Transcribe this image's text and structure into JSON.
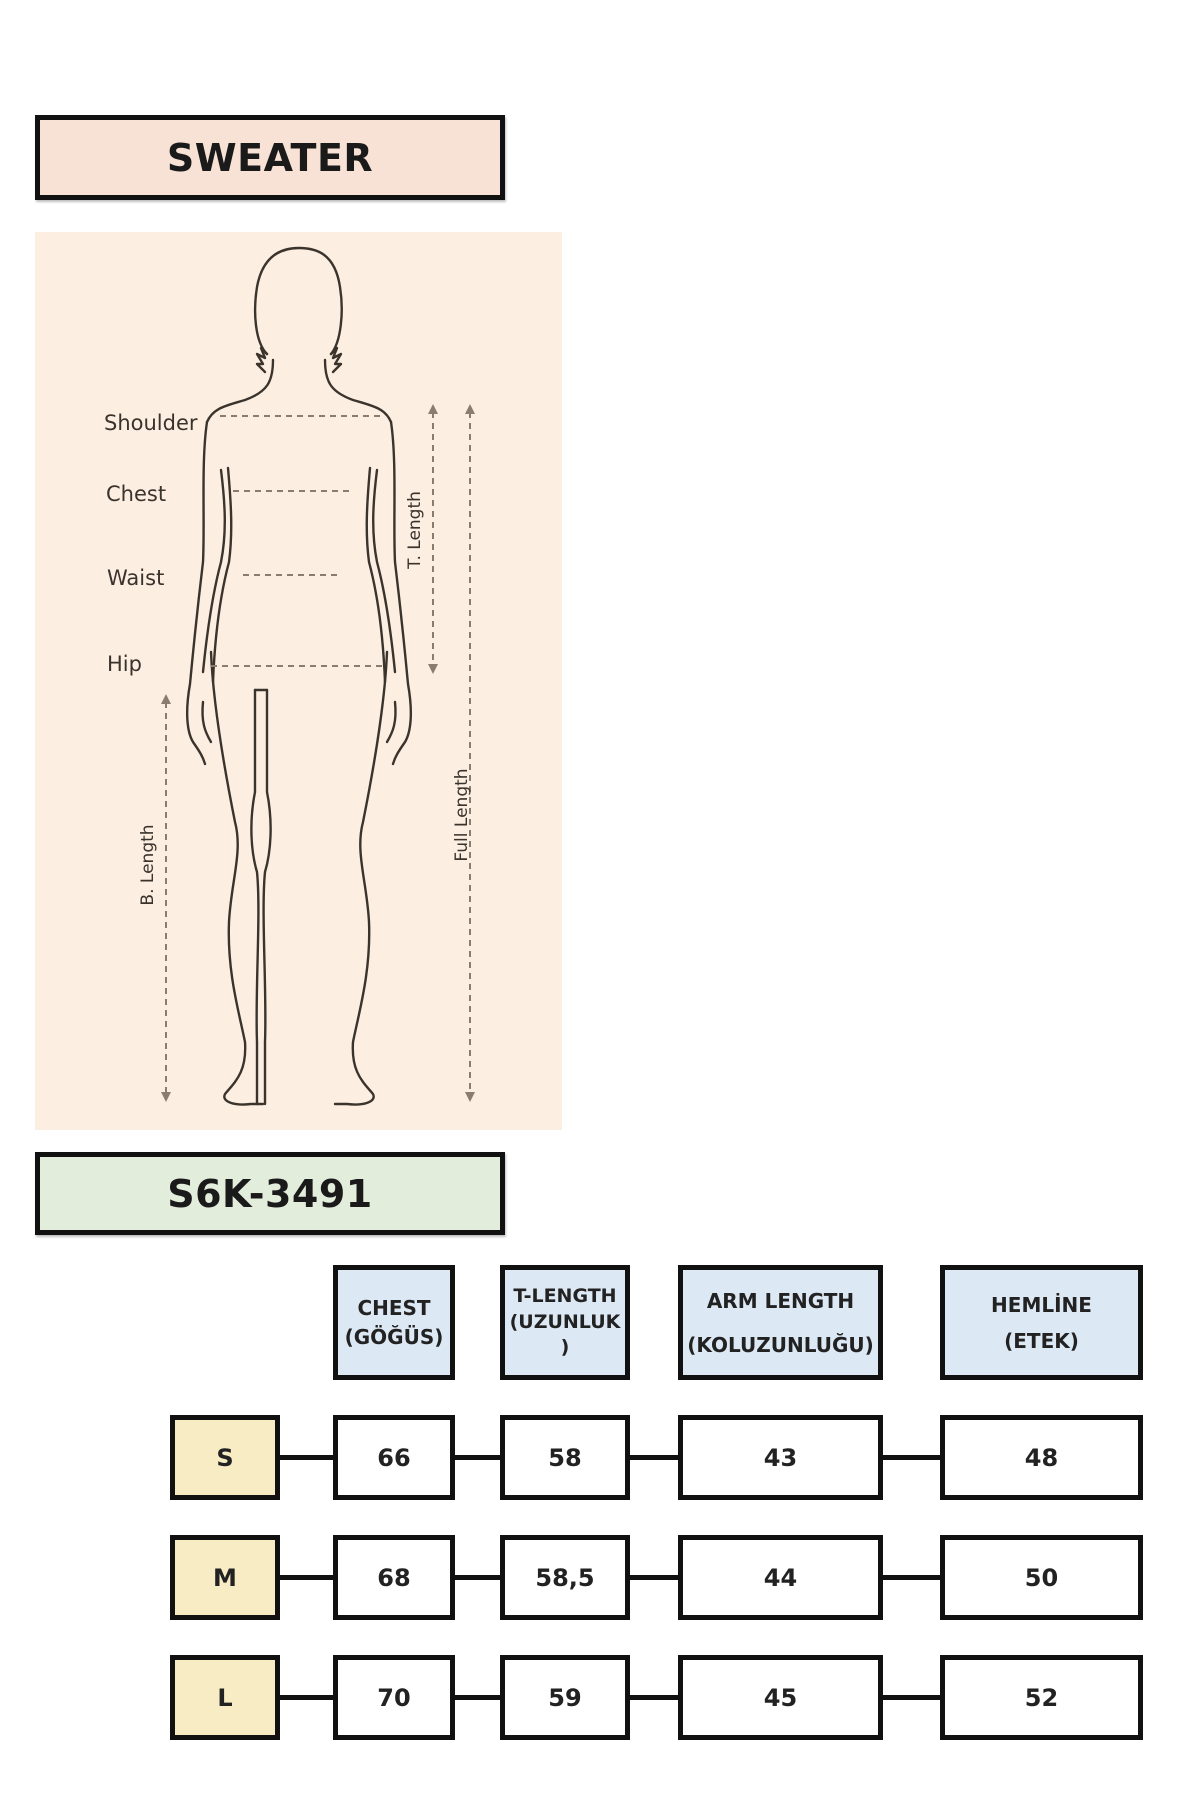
{
  "product": {
    "category_title": "SWEATER",
    "code": "S6K-3491"
  },
  "figure": {
    "labels": {
      "shoulder": "Shoulder",
      "chest": "Chest",
      "waist": "Waist",
      "hip": "Hip",
      "t_length": "T. Length",
      "b_length": "B. Length",
      "full_length": "Full Length"
    },
    "background_color": "#fcefe2"
  },
  "size_table": {
    "headers": [
      {
        "line1": "CHEST",
        "line2": "(GÖĞÜS)"
      },
      {
        "line1": "T-LENGTH",
        "line2": "(UZUNLUK",
        "line3": ")"
      },
      {
        "line1": "ARM LENGTH",
        "line2": "(KOLUZUNLUĞU)"
      },
      {
        "line1": "HEMLİNE",
        "line2": "(ETEK)"
      }
    ],
    "rows": [
      {
        "size": "S",
        "values": [
          "66",
          "58",
          "43",
          "48"
        ]
      },
      {
        "size": "M",
        "values": [
          "68",
          "58,5",
          "44",
          "50"
        ]
      },
      {
        "size": "L",
        "values": [
          "70",
          "59",
          "45",
          "52"
        ]
      }
    ],
    "colors": {
      "header_bg": "#dde8f5",
      "size_bg": "#f7ecc4",
      "title_bg": "#f8e1d5",
      "code_bg": "#e3eddb"
    }
  }
}
